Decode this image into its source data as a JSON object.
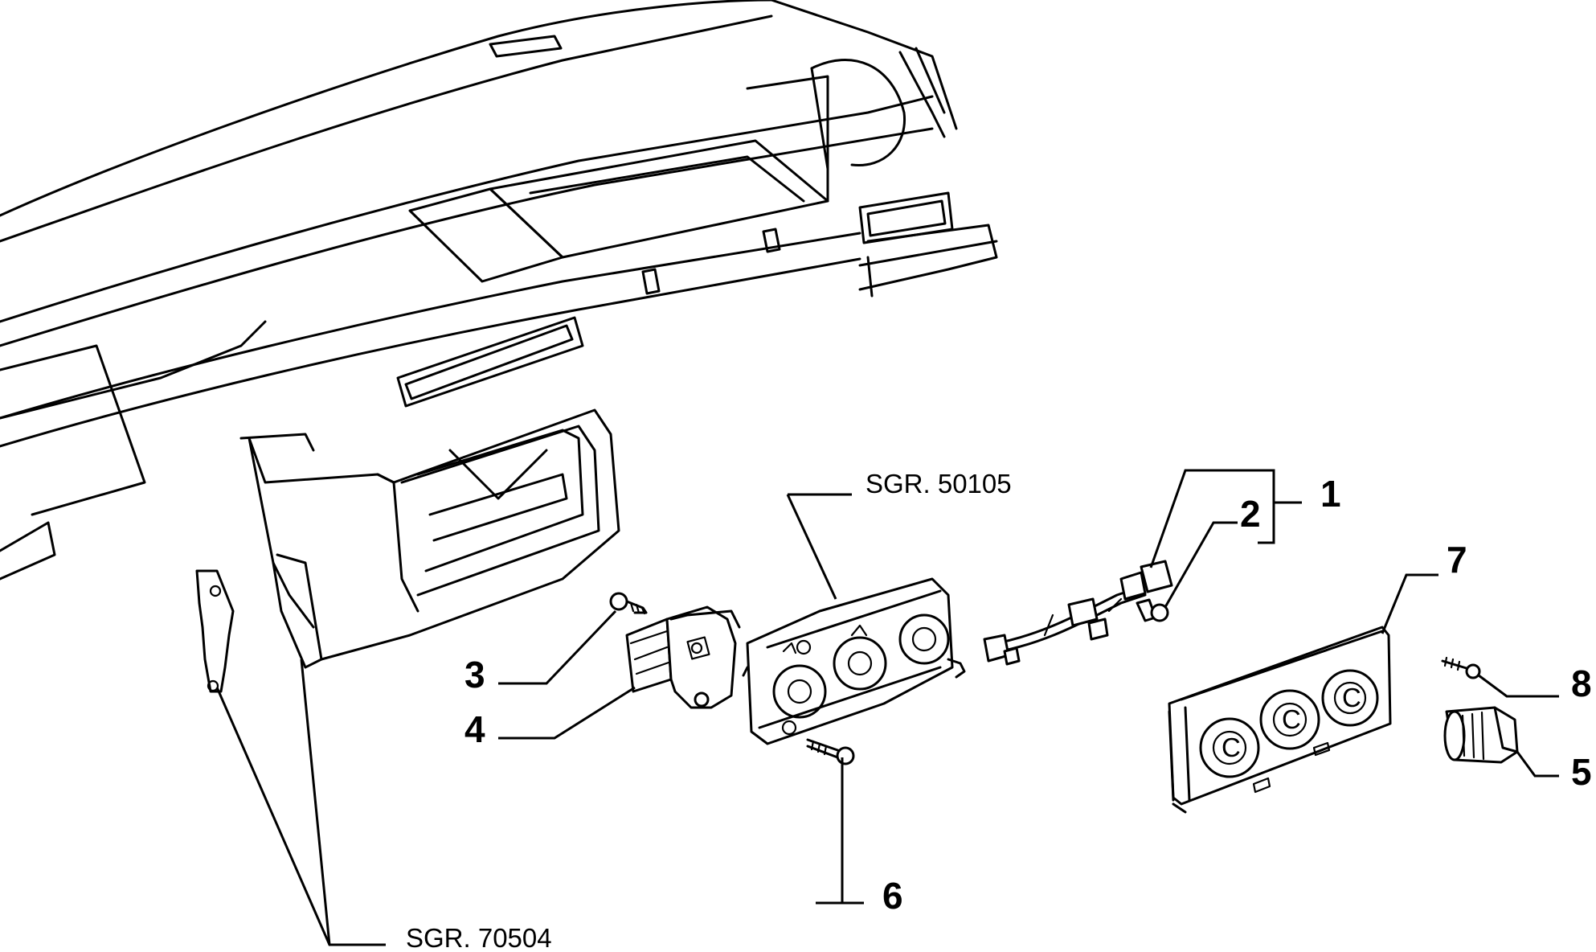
{
  "references": {
    "sgr_panel": "SGR. 50105",
    "sgr_dash": "SGR. 70504"
  },
  "callouts": {
    "c1": "1",
    "c2": "2",
    "c3": "3",
    "c4": "4",
    "c5": "5",
    "c6": "6",
    "c7": "7",
    "c8": "8"
  },
  "knob_marks": [
    "C",
    "C",
    "C"
  ]
}
